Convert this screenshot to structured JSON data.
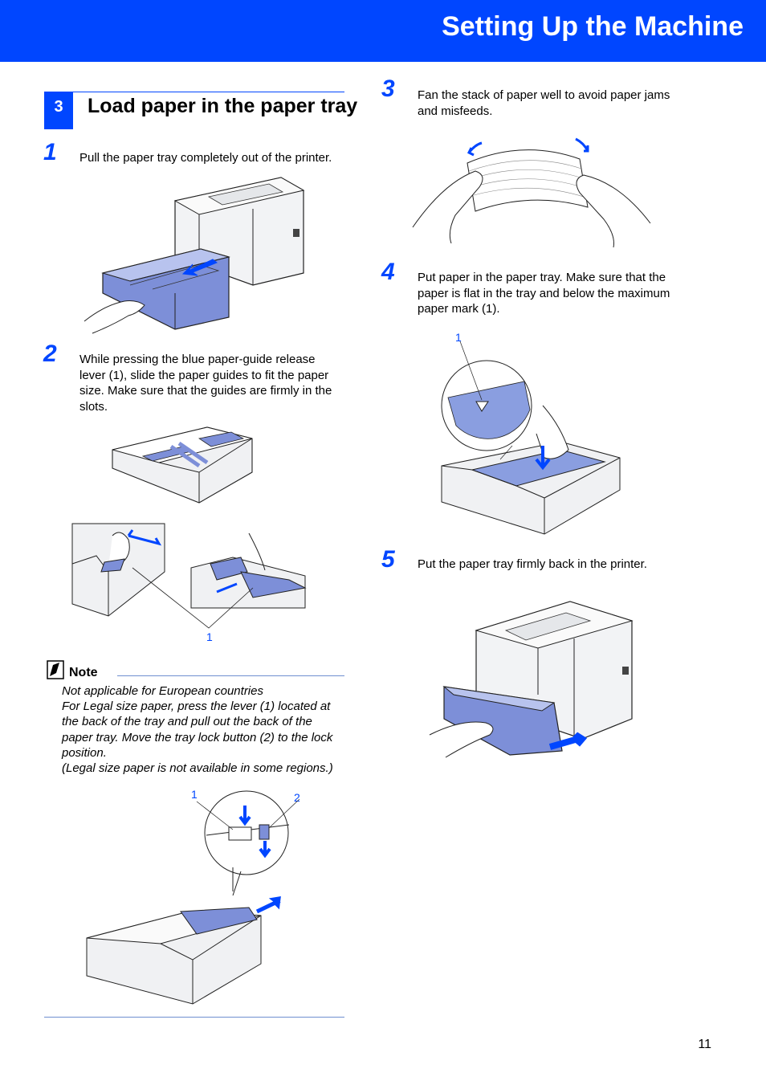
{
  "header": {
    "title": "Setting Up the Machine"
  },
  "section": {
    "number": "3",
    "title": "Load paper in the paper tray"
  },
  "steps": [
    {
      "number": "1",
      "text": "Pull the paper tray completely out of the printer."
    },
    {
      "number": "2",
      "lines": [
        "While pressing the blue paper-guide release",
        "lever (1), slide the paper guides to fit the paper",
        "size. Make sure that the guides are firmly in the",
        "slots."
      ]
    },
    {
      "number": "3",
      "lines": [
        "Fan the stack of paper well to avoid paper jams",
        "and misfeeds."
      ]
    },
    {
      "number": "4",
      "lines": [
        "Put paper in the paper tray. Make sure that the",
        "paper is flat in the tray and below the maximum",
        "paper mark (1)."
      ]
    },
    {
      "number": "5",
      "text": "Put the paper tray firmly back in the printer."
    }
  ],
  "callouts": {
    "step2_lever": "1",
    "note_lever": "1",
    "note_lock": "2",
    "step4_mark": "1"
  },
  "note": {
    "label": "Note",
    "lines": [
      "Not applicable for European countries",
      "For Legal size paper, press the lever (1) located at",
      "the back of the tray and pull out the back of the",
      "paper tray. Move the tray lock button (2) to the lock",
      "position.",
      "(Legal size paper is not available in some regions.)"
    ]
  },
  "footer": {
    "page_number": "11"
  },
  "colors": {
    "brand_blue": "#0046ff",
    "guide_blue": "#8a9ee0",
    "tray_blue": "#7d8fd8"
  }
}
